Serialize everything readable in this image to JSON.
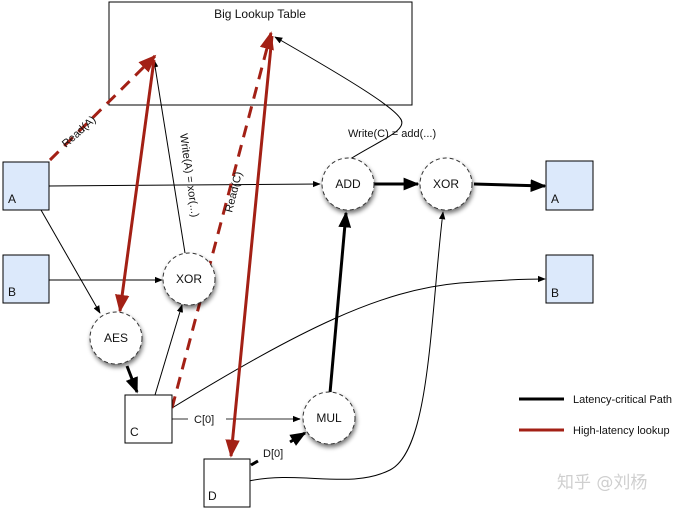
{
  "table": {
    "title": "Big Lookup Table"
  },
  "inputs": {
    "a": {
      "label": "A"
    },
    "b": {
      "label": "B"
    }
  },
  "outputs": {
    "a": {
      "label": "A"
    },
    "b": {
      "label": "B"
    }
  },
  "registers": {
    "c": {
      "label": "C"
    },
    "d": {
      "label": "D"
    }
  },
  "ops": {
    "aes": {
      "label": "AES"
    },
    "xor1": {
      "label": "XOR"
    },
    "add": {
      "label": "ADD"
    },
    "xor2": {
      "label": "XOR"
    },
    "mul": {
      "label": "MUL"
    }
  },
  "edge_labels": {
    "read_a": "Read(A)",
    "write_a": "Write(A) = xor(...)",
    "read_c": "Read(C)",
    "write_c": "Write(C) = add(...)",
    "c0": "C[0]",
    "d0": "D[0]"
  },
  "legend": {
    "items": [
      {
        "label": "Latency-critical Path",
        "color": "#000000"
      },
      {
        "label": "High-latency lookup",
        "color": "#a32015"
      }
    ]
  },
  "watermark": "知乎 @刘杨",
  "colors": {
    "input_fill": "#dce9fb",
    "lookup_red": "#a32015",
    "critical_black": "#000000"
  }
}
